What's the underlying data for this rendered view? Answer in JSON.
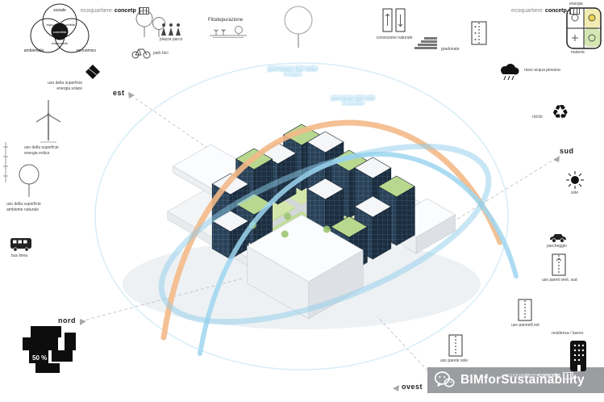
{
  "tags": {
    "light": "ecoquartiere",
    "bold": "concetp"
  },
  "venn": {
    "top": "sociale",
    "top_left": "equo",
    "top_right": "vivibile",
    "center": "sostenibilità",
    "bottom": "realizzabile",
    "left": "ambientale",
    "right": "economico"
  },
  "compass": {
    "est": "est",
    "sud": "sud",
    "nord": "nord",
    "ovest": "ovest"
  },
  "sun_path": {
    "june_title": "percorso del sole",
    "june_date": "21 giugno",
    "dec_title": "percorso del sole",
    "dec_date": "21 dicembre"
  },
  "top_row": {
    "fito": "Fitodepurazione",
    "piazza": "piazza parco",
    "bici": "park bici",
    "convezione": "convezione naturale",
    "gradonate": "gradonate"
  },
  "energy": {
    "title": "energia",
    "sub": "materia"
  },
  "right_col": {
    "pioggia": "riuso acqua piovana",
    "riciclo": "riciclo",
    "sole": "sole",
    "parcheggio": "parcheggio",
    "pareti": "uso pareti vent. sud",
    "pannelli": "uso pannelli est",
    "parete_sole": "uso parete sole",
    "residenza": "residenza / lavoro"
  },
  "left_col": {
    "sup": "uso della superficie",
    "solare": "energia solare",
    "eolica": "energia eolica",
    "naturale": "ambiente naturale",
    "bus": "bus linea"
  },
  "bottom_left": {
    "percent": "50 %"
  },
  "watermark": {
    "text": "BIMforSustainability"
  },
  "palette": {
    "arc_blue": "#8fcdec",
    "arc_orange": "#f3b988",
    "facade_navy": "#1c2e3f",
    "roof_green": "#b9d88f",
    "watermark_gray": "#9b9da0"
  }
}
